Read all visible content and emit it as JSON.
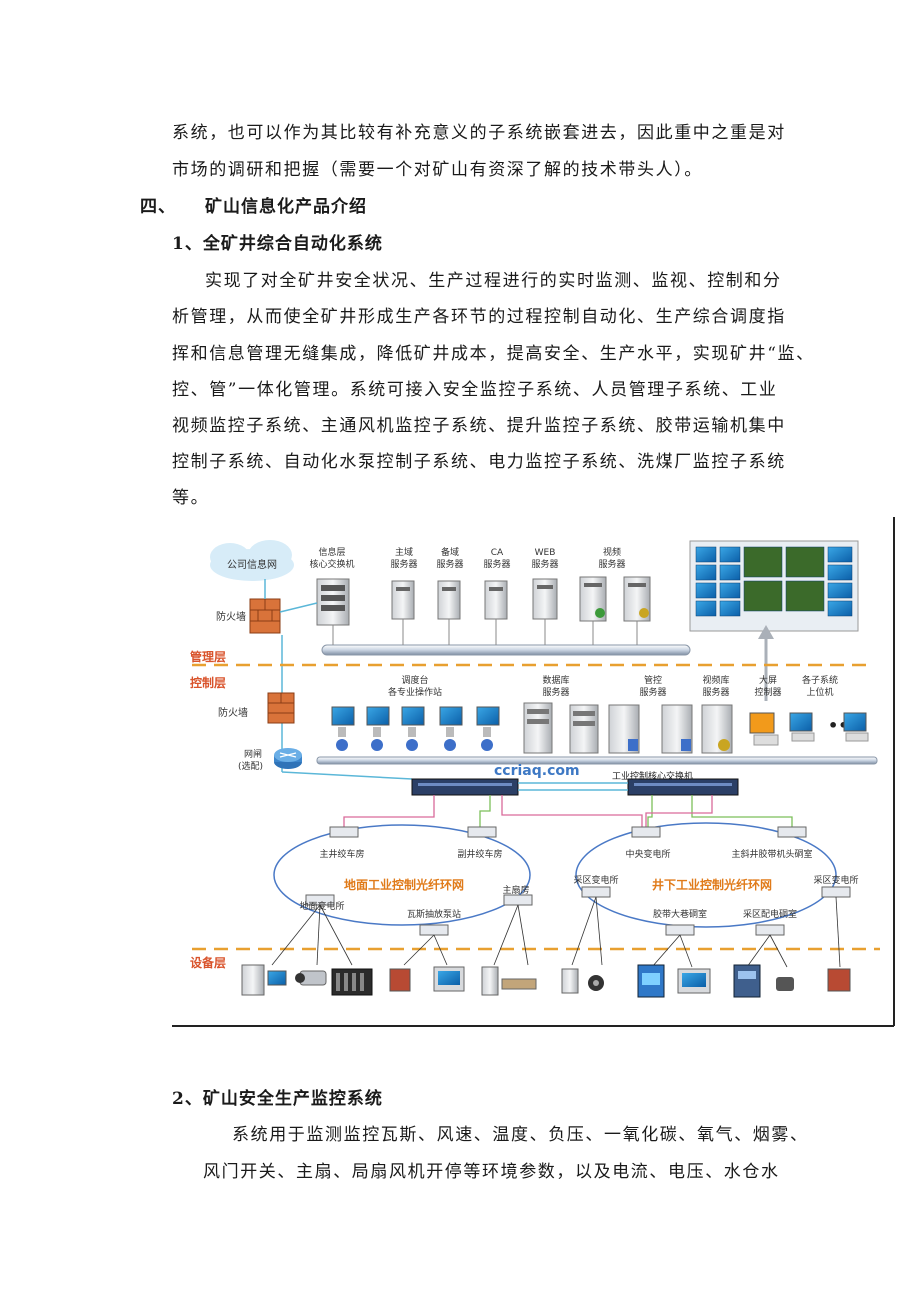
{
  "intro_lines": [
    "系统，也可以作为其比较有补充意义的子系统嵌套进去，因此重中之重是对",
    "市场的调研和把握（需要一个对矿山有资深了解的技术带头人）。"
  ],
  "section4": {
    "num": "四、",
    "title": "矿山信息化产品介绍"
  },
  "sub1": {
    "title": "1、全矿井综合自动化系统"
  },
  "sub1_lines": [
    "实现了对全矿井安全状况、生产过程进行的实时监测、监视、控制和分",
    "析管理，从而使全矿井形成生产各环节的过程控制自动化、生产综合调度指",
    "挥和信息管理无缝集成，降低矿井成本，提高安全、生产水平，实现矿井“监、",
    "控、管”一体化管理。系统可接入安全监控子系统、人员管理子系统、工业",
    "视频监控子系统、主通风机监控子系统、提升监控子系统、胶带运输机集中",
    "控制子系统、自动化水泵控制子系统、电力监控子系统、洗煤厂监控子系统",
    "等。"
  ],
  "diagram": {
    "cloud": "公司信息网",
    "firewall_top": "防火墙",
    "firewall_mid": "防火墙",
    "router": [
      "网闸",
      "(选配)"
    ],
    "servers_top": [
      [
        "信息层",
        "核心交换机"
      ],
      [
        "主域",
        "服务器"
      ],
      [
        "备域",
        "服务器"
      ],
      [
        "CA",
        "服务器"
      ],
      [
        "WEB",
        "服务器"
      ],
      [
        "视频",
        "服务器"
      ]
    ],
    "layer_mgmt": "管理层",
    "layer_ctrl": "控制层",
    "layer_dev": "设备层",
    "ctrl_labels": [
      [
        "调度台",
        "各专业操作站"
      ],
      [
        "数据库",
        "服务器"
      ],
      [
        "管控",
        "服务器"
      ],
      [
        "视频库",
        "服务器"
      ],
      [
        "大屏",
        "控制器"
      ],
      [
        "各子系统",
        "上位机"
      ]
    ],
    "core_switch": "工业控制核心交换机",
    "watermark": "ccriaq.com",
    "left_ring": "地面工业控制光纤环网",
    "right_ring": "井下工业控制光纤环网",
    "left_nodes": [
      "主井绞车房",
      "副井绞车房",
      "地面变电所",
      "瓦斯抽放泵站",
      "主扇房"
    ],
    "right_nodes": [
      "中央变电所",
      "主斜井胶带机头硐室",
      "采区变电所",
      "胶带大巷硐室",
      "采区配电硐室",
      "采区变电所"
    ]
  },
  "sub2": {
    "title": "2、矿山安全生产监控系统"
  },
  "sub2_lines": [
    "系统用于监测监控瓦斯、风速、温度、负压、一氧化碳、氧气、烟雾、",
    "风门开关、主扇、局扇风机开停等环境参数，以及电流、电压、水仓水"
  ],
  "colors": {
    "accent_orange": "#e8a030",
    "layer_label": "#d9532b",
    "ring_text": "#e07b1a",
    "link_blue": "#3d78c4"
  }
}
